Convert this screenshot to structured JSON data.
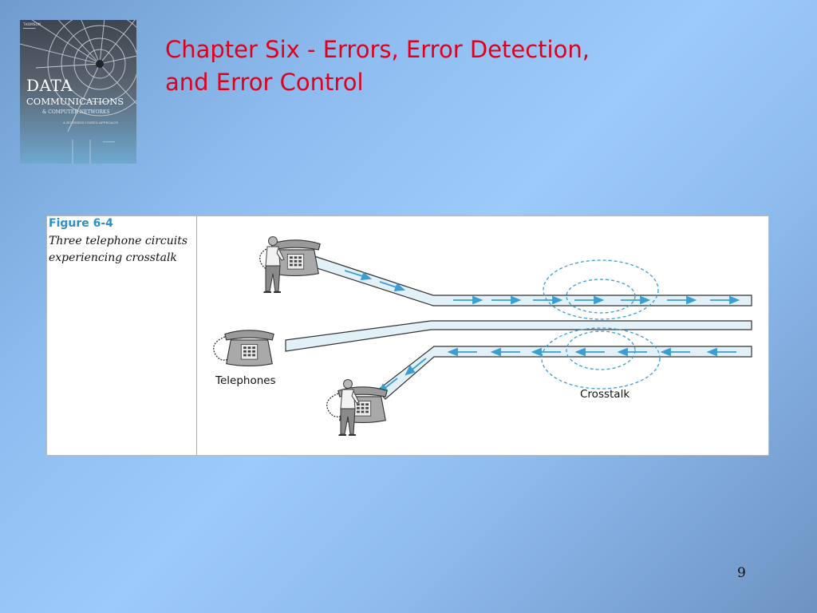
{
  "slide": {
    "title_line1": "Chapter Six - Errors, Error Detection,",
    "title_line2": "and Error Control",
    "page_number": "9"
  },
  "book_cover": {
    "title_word1": "DATA",
    "title_word2": "COMMUNICATIONS",
    "subtitle": "& COMPUTER NETWORKS",
    "tagline": "A BUSINESS USER'S APPROACH"
  },
  "figure": {
    "number": "Figure 6-4",
    "caption": "Three telephone circuits experiencing crosstalk",
    "label_telephones": "Telephones",
    "label_crosstalk": "Crosstalk"
  },
  "colors": {
    "title": "#e0001b",
    "figure_number": "#2d8fc4",
    "arrow": "#3a9ed3",
    "crosstalk_ring": "#3a9ed3",
    "circuit_fill": "#e2f1f8"
  },
  "icons": [
    "person-icon",
    "telephone-icon",
    "arrow-right-icon",
    "arrow-left-icon",
    "crosstalk-rings"
  ]
}
